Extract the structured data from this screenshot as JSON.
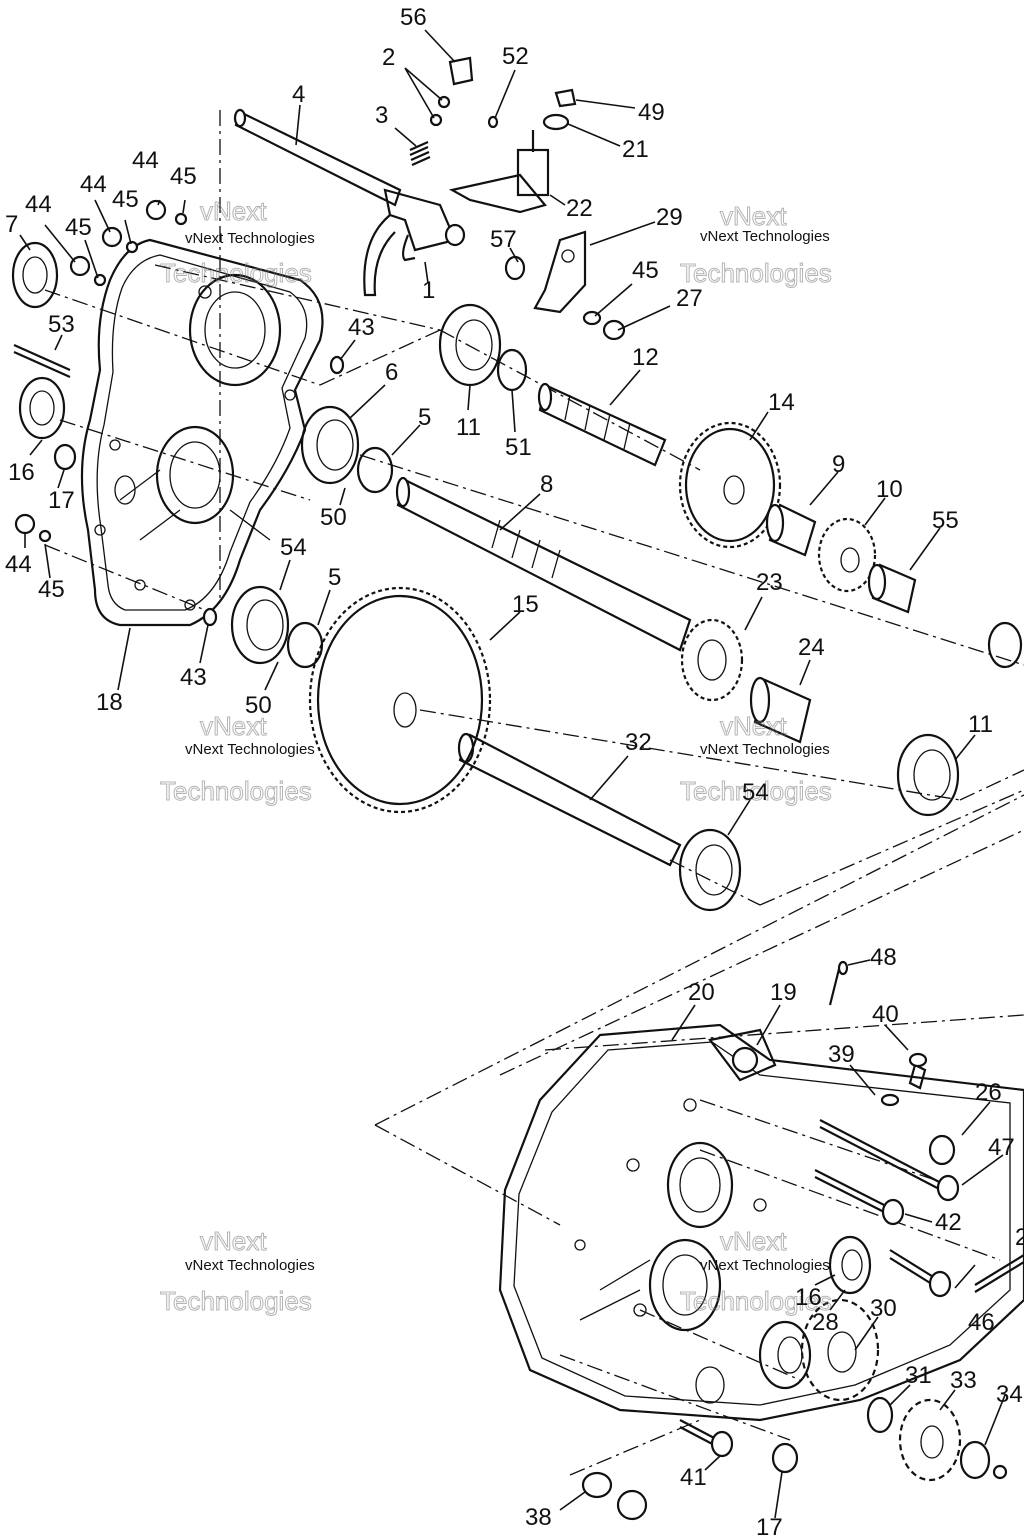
{
  "watermark": {
    "line1": "vNext",
    "line2": "Technologies",
    "small": "vNext Technologies"
  },
  "callouts": [
    {
      "id": "c-56-top",
      "label": "56"
    },
    {
      "id": "c-2",
      "label": "2"
    },
    {
      "id": "c-52",
      "label": "52"
    },
    {
      "id": "c-4",
      "label": "4"
    },
    {
      "id": "c-3",
      "label": "3"
    },
    {
      "id": "c-49",
      "label": "49"
    },
    {
      "id": "c-21",
      "label": "21"
    },
    {
      "id": "c-22",
      "label": "22"
    },
    {
      "id": "c-29",
      "label": "29"
    },
    {
      "id": "c-57",
      "label": "57"
    },
    {
      "id": "c-45-a",
      "label": "45"
    },
    {
      "id": "c-27",
      "label": "27"
    },
    {
      "id": "c-1",
      "label": "1"
    },
    {
      "id": "c-44-a",
      "label": "44"
    },
    {
      "id": "c-45-b",
      "label": "45"
    },
    {
      "id": "c-44-b",
      "label": "44"
    },
    {
      "id": "c-45-c",
      "label": "45"
    },
    {
      "id": "c-44-c",
      "label": "44"
    },
    {
      "id": "c-7",
      "label": "7"
    },
    {
      "id": "c-45-d",
      "label": "45"
    },
    {
      "id": "c-53",
      "label": "53"
    },
    {
      "id": "c-43-a",
      "label": "43"
    },
    {
      "id": "c-6",
      "label": "6"
    },
    {
      "id": "c-12",
      "label": "12"
    },
    {
      "id": "c-11-a",
      "label": "11"
    },
    {
      "id": "c-51",
      "label": "51"
    },
    {
      "id": "c-5-a",
      "label": "5"
    },
    {
      "id": "c-14",
      "label": "14"
    },
    {
      "id": "c-16-a",
      "label": "16"
    },
    {
      "id": "c-17-a",
      "label": "17"
    },
    {
      "id": "c-50-a",
      "label": "50"
    },
    {
      "id": "c-8",
      "label": "8"
    },
    {
      "id": "c-9",
      "label": "9"
    },
    {
      "id": "c-10",
      "label": "10"
    },
    {
      "id": "c-55",
      "label": "55"
    },
    {
      "id": "c-44-d",
      "label": "44"
    },
    {
      "id": "c-45-e",
      "label": "45"
    },
    {
      "id": "c-54-a",
      "label": "54"
    },
    {
      "id": "c-5-b",
      "label": "5"
    },
    {
      "id": "c-15",
      "label": "15"
    },
    {
      "id": "c-23",
      "label": "23"
    },
    {
      "id": "c-24",
      "label": "24"
    },
    {
      "id": "c-43-b",
      "label": "43"
    },
    {
      "id": "c-18",
      "label": "18"
    },
    {
      "id": "c-50-b",
      "label": "50"
    },
    {
      "id": "c-32",
      "label": "32"
    },
    {
      "id": "c-11-b",
      "label": "11"
    },
    {
      "id": "c-54-b",
      "label": "54"
    },
    {
      "id": "c-48",
      "label": "48"
    },
    {
      "id": "c-20",
      "label": "20"
    },
    {
      "id": "c-19",
      "label": "19"
    },
    {
      "id": "c-40",
      "label": "40"
    },
    {
      "id": "c-39",
      "label": "39"
    },
    {
      "id": "c-26",
      "label": "26"
    },
    {
      "id": "c-47",
      "label": "47"
    },
    {
      "id": "c-42",
      "label": "42"
    },
    {
      "id": "c-2-partial",
      "label": "2"
    },
    {
      "id": "c-16-b",
      "label": "16"
    },
    {
      "id": "c-30",
      "label": "30"
    },
    {
      "id": "c-28",
      "label": "28"
    },
    {
      "id": "c-46",
      "label": "46"
    },
    {
      "id": "c-31",
      "label": "31"
    },
    {
      "id": "c-33",
      "label": "33"
    },
    {
      "id": "c-34",
      "label": "34"
    },
    {
      "id": "c-41",
      "label": "41"
    },
    {
      "id": "c-38",
      "label": "38"
    },
    {
      "id": "c-17-b",
      "label": "17"
    }
  ]
}
